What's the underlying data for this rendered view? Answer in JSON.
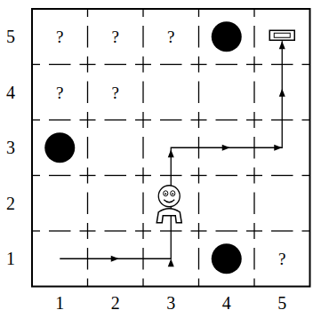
{
  "diagram": {
    "labels": [
      "5",
      "4",
      "3",
      "2",
      "1",
      "1",
      "2",
      "3",
      "4",
      "5",
      "?",
      "?",
      "?",
      "?",
      "?",
      "?"
    ]
  }
}
